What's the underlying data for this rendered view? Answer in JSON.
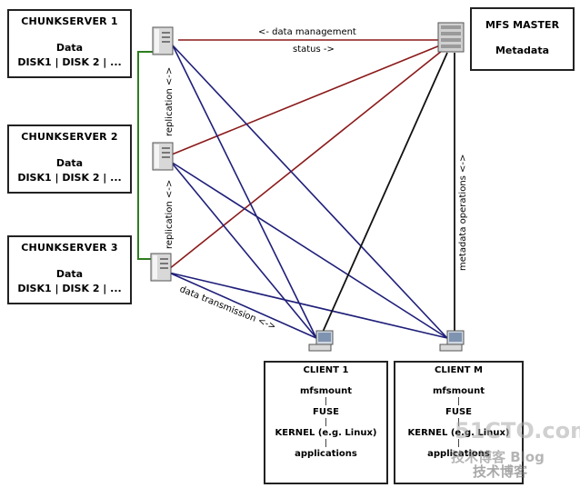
{
  "chunkservers": [
    {
      "title": "CHUNKSERVER 1",
      "data": "Data",
      "disks": "DISK1 | DISK 2 | ..."
    },
    {
      "title": "CHUNKSERVER 2",
      "data": "Data",
      "disks": "DISK1 | DISK 2 | ..."
    },
    {
      "title": "CHUNKSERVER 3",
      "data": "Data",
      "disks": "DISK1 | DISK 2 | ..."
    }
  ],
  "master": {
    "title": "MFS MASTER",
    "data": "Metadata"
  },
  "clients": [
    {
      "title": "CLIENT 1",
      "lines": [
        "mfsmount",
        "FUSE",
        "KERNEL (e.g. Linux)",
        "applications"
      ],
      "sep": "|"
    },
    {
      "title": "CLIENT M",
      "lines": [
        "mfsmount",
        "FUSE",
        "KERNEL (e.g. Linux)",
        "applications"
      ],
      "sep": "|"
    }
  ],
  "labels": {
    "data_management": "<- data management",
    "status": "status ->",
    "replication_1": "replication <->",
    "replication_2": "replication <->",
    "metadata_operations": "metadata operations <->",
    "data_transmission": "data transmission <->"
  },
  "watermark": {
    "brand": "51CTO.com",
    "line1": "技术博客  Blog",
    "line2": "技术博客"
  },
  "colors": {
    "management_link": "#8b1a1a",
    "data_link": "#1f1f7a",
    "metadata_link": "#111111",
    "replication_link": "#2e7d1f"
  }
}
